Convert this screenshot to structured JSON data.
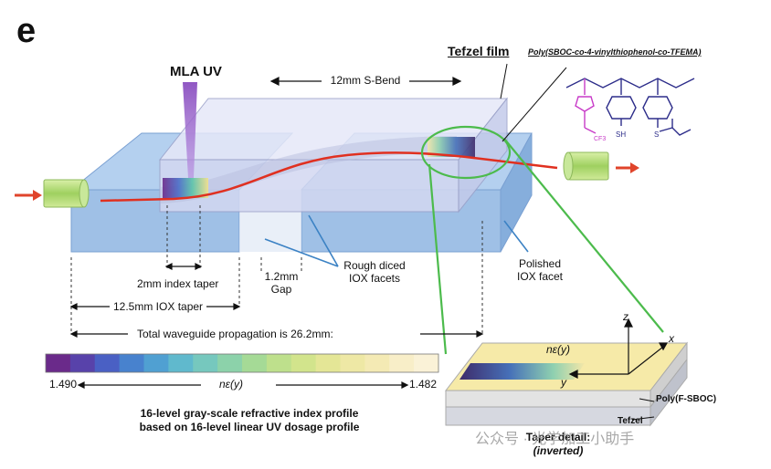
{
  "panel_letter": "e",
  "labels": {
    "mla_uv": "MLA UV",
    "s_bend": "12mm S-Bend",
    "tefzel_film": "Tefzel film",
    "polymer": "Poly(SBOC-co-4-vinylthiophenol-co-TFEMA)",
    "rough_facets": "Rough diced\nIOX facets",
    "polished_facet": "Polished\nIOX facet",
    "index_taper": "2mm index taper",
    "gap": "1.2mm\nGap",
    "iox_taper": "12.5mm IOX taper",
    "total_prop": "Total waveguide propagation is 26.2mm:",
    "ri_left": "1.490",
    "ri_right": "1.482",
    "ne_y": "nε(y)",
    "profile_line1": "16-level gray-scale refractive index profile",
    "profile_line2": "based on 16-level linear UV dosage profile",
    "axis_z": "z",
    "axis_x": "x",
    "axis_y": "y",
    "poly_fsboc": "Poly(F-SBOC)",
    "tefzel": "Tefzel",
    "taper_detail": "Taper detail:",
    "inverted": "(inverted)",
    "watermark": "公众号 · 光学加工小助手"
  },
  "colors": {
    "substrate": "#9fc0e6",
    "polymer_block": "#dcdff5",
    "green_callout": "#4cbb4c",
    "arrow_red": "#e0442b",
    "fiber_green": "#b5dd78",
    "leader_blue": "#3c82c4"
  },
  "gradient_levels": 16
}
